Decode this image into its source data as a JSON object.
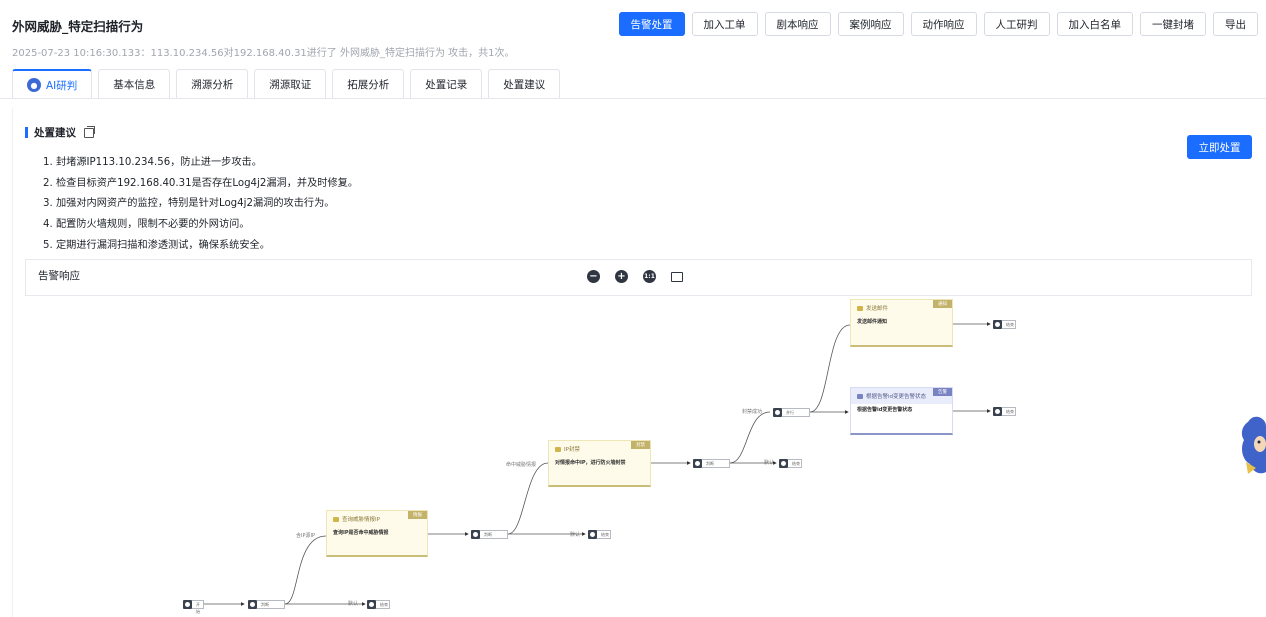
{
  "header": {
    "title": "外网威胁_特定扫描行为",
    "subtitle": "2025-07-23 10:16:30.133：113.10.234.56对192.168.40.31进行了 外网威胁_特定扫描行为 攻击，共1次。"
  },
  "toolbar": {
    "buttons": [
      "告警处置",
      "加入工单",
      "剧本响应",
      "案例响应",
      "动作响应",
      "人工研判",
      "加入白名单",
      "一键封堵",
      "导出"
    ]
  },
  "tabs": [
    "AI研判",
    "基本信息",
    "溯源分析",
    "溯源取证",
    "拓展分析",
    "处置记录",
    "处置建议"
  ],
  "advice": {
    "title": "处置建议",
    "items": [
      "1. 封堵源IP113.10.234.56，防止进一步攻击。",
      "2. 检查目标资产192.168.40.31是否存在Log4j2漏洞，并及时修复。",
      "3. 加强对内网资产的监控，特别是针对Log4j2漏洞的攻击行为。",
      "4. 配置防火墙规则，限制不必要的外网访问。",
      "5. 定期进行漏洞扫描和渗透测试，确保系统安全。"
    ],
    "action_label": "立即处置"
  },
  "flow": {
    "title": "告警响应",
    "nodes": [
      {
        "title": "查询威胁情报IP",
        "body": "查询IP是否命中威胁情报",
        "tag": "情报",
        "style": "yellow"
      },
      {
        "title": "IP封禁",
        "body": "对情报命中IP，进行防火墙封禁",
        "tag": "封禁",
        "style": "yellow"
      },
      {
        "title": "发送邮件",
        "body": "发送邮件通知",
        "tag": "通知",
        "style": "yellow"
      },
      {
        "title": "根据告警id变更告警状态",
        "body": "根据告警id变更告警状态",
        "tag": "告警",
        "style": "blue"
      }
    ],
    "gates": [
      {
        "label": "开始"
      },
      {
        "label": "判断"
      },
      {
        "label": "结束"
      },
      {
        "label": "判断"
      },
      {
        "label": "结束"
      },
      {
        "label": "判断"
      },
      {
        "label": "结束"
      },
      {
        "label": "并行"
      },
      {
        "label": "结束"
      },
      {
        "label": "结束"
      }
    ],
    "edge_labels": [
      "含IP源IP",
      "默认",
      "命中威胁情报",
      "默认",
      "封禁成功",
      "默认"
    ],
    "tools": [
      "zoom-out",
      "zoom-in",
      "fit-1-1",
      "export-image"
    ]
  }
}
